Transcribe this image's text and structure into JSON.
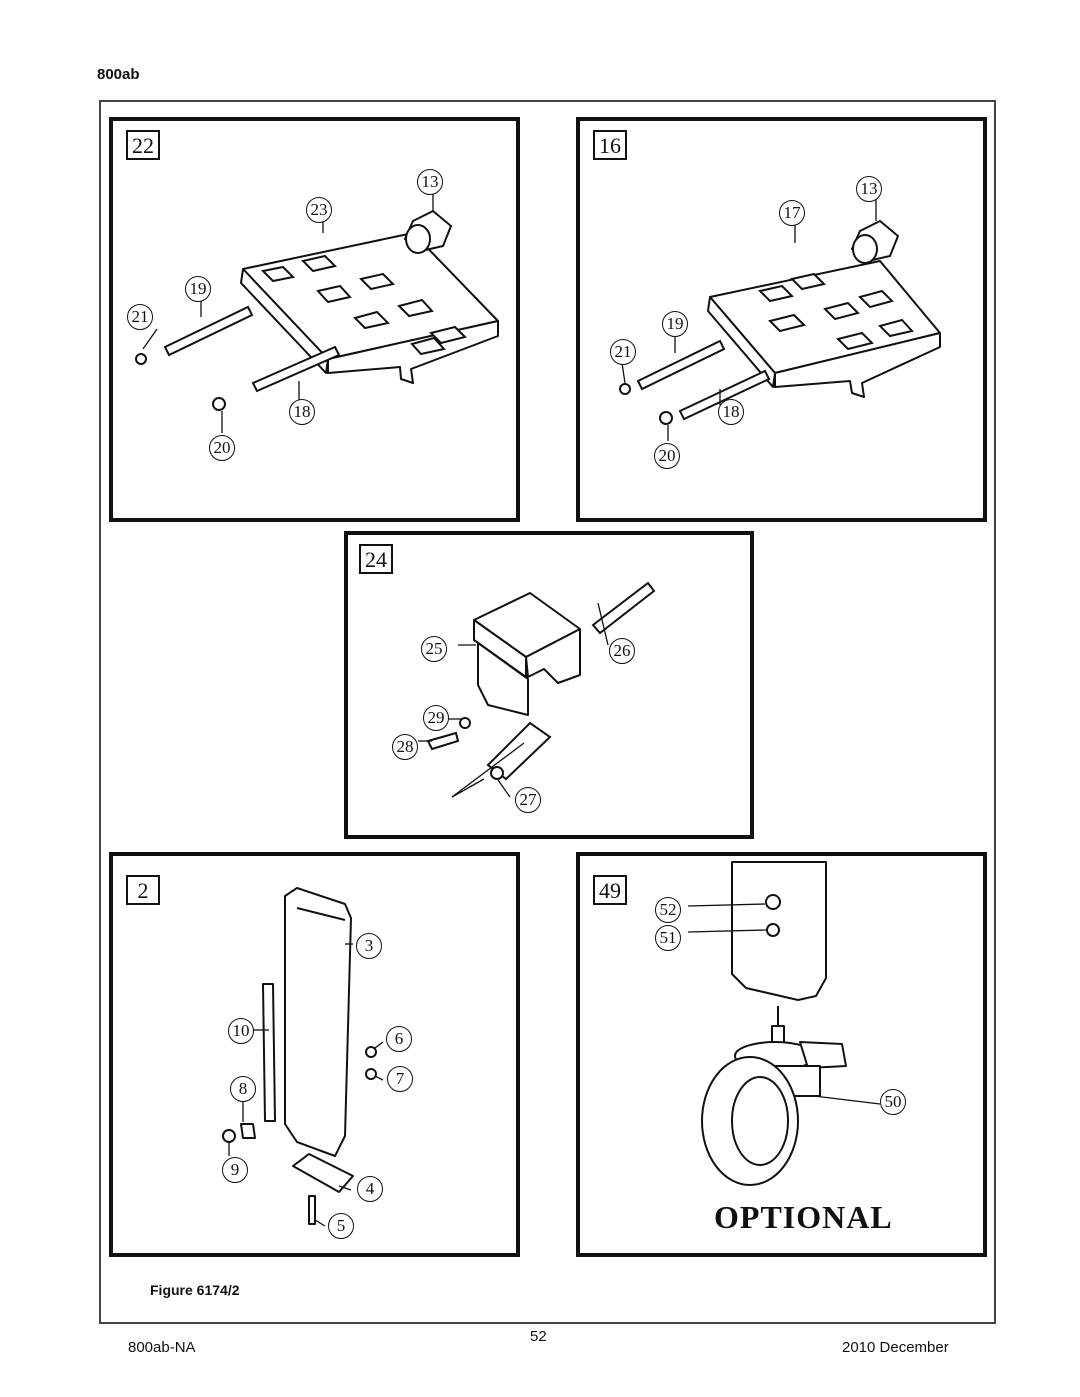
{
  "header": {
    "model": "800ab"
  },
  "panels": {
    "p22": {
      "tag": "22",
      "callouts": {
        "c13": "13",
        "c23": "23",
        "c19": "19",
        "c21": "21",
        "c18": "18",
        "c20": "20"
      }
    },
    "p16": {
      "tag": "16",
      "callouts": {
        "c13": "13",
        "c17": "17",
        "c19": "19",
        "c21": "21",
        "c18": "18",
        "c20": "20"
      }
    },
    "p24": {
      "tag": "24",
      "callouts": {
        "c25": "25",
        "c26": "26",
        "c29": "29",
        "c28": "28",
        "c27": "27"
      }
    },
    "p2": {
      "tag": "2",
      "callouts": {
        "c3": "3",
        "c10": "10",
        "c6": "6",
        "c8": "8",
        "c7": "7",
        "c9": "9",
        "c4": "4",
        "c5": "5"
      }
    },
    "p49": {
      "tag": "49",
      "callouts": {
        "c52": "52",
        "c51": "51",
        "c50": "50"
      },
      "note": "OPTIONAL"
    }
  },
  "figure_caption": "Figure 6174/2",
  "footer": {
    "left": "800ab-NA",
    "page": "52",
    "right": "2010 December"
  }
}
